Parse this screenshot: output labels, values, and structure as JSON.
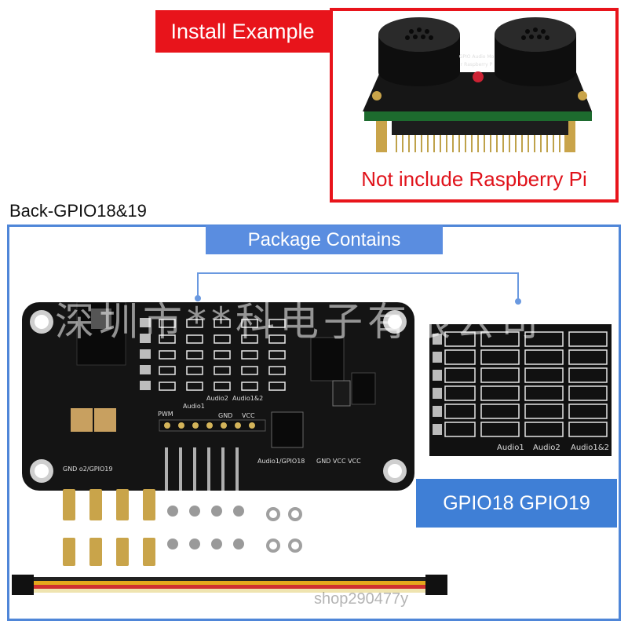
{
  "install": {
    "label": "Install Example",
    "note": "Not include Raspberry Pi"
  },
  "back_title": "Back-GPIO18&19",
  "package_banner": "Package Contains",
  "gpio_banner": "GPIO18 GPIO19",
  "watermark": "深圳市**科电子有限公司",
  "watermark_bottom": "shop290477y",
  "board_labels": {
    "pwm": "PWM",
    "audio1": "Audio1",
    "audio2": "Audio2",
    "audio12": "Audio1&2",
    "gnd": "GND",
    "vcc": "VCC",
    "audio1_gpio18": "Audio1/GPIO18",
    "gnd_vcc_vcc": "GND VCC VCC",
    "gnd_gpio19": "GND   o2/GPIO19"
  },
  "zoom_labels": {
    "audio1": "Audio1",
    "audio2": "Audio2",
    "audio12": "Audio1&2"
  },
  "colors": {
    "red": "#e8141b",
    "blue": "#4f86d8",
    "pcb": "#141414"
  }
}
